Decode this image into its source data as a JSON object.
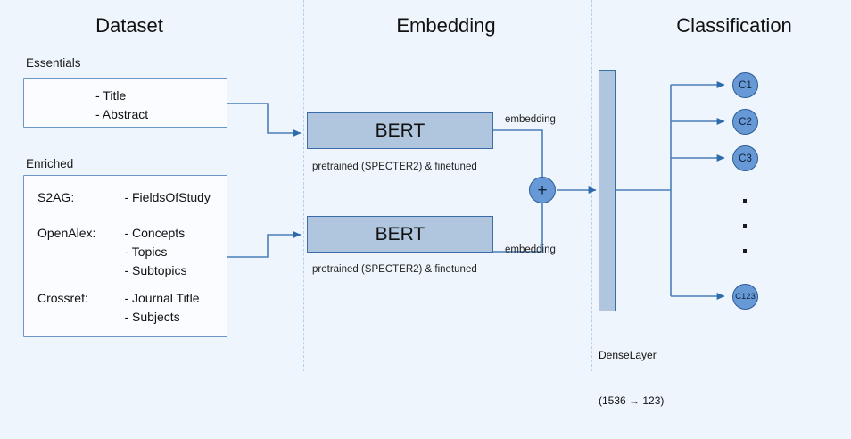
{
  "sections": [
    {
      "id": "dataset",
      "title": "Dataset"
    },
    {
      "id": "embedding",
      "title": "Embedding"
    },
    {
      "id": "classification",
      "title": "Classification"
    }
  ],
  "dataset": {
    "essentials": {
      "label": "Essentials",
      "items": "- Title\n- Abstract"
    },
    "enriched": {
      "label": "Enriched",
      "rows": [
        {
          "source": "S2AG:",
          "fields": "- FieldsOfStudy"
        },
        {
          "source": "OpenAlex:",
          "fields": "- Concepts\n- Topics\n- Subtopics"
        },
        {
          "source": "Crossref:",
          "fields": "- Journal Title\n- Subjects"
        }
      ]
    }
  },
  "embedding": {
    "encoder_top": {
      "name": "BERT",
      "caption": "pretrained (SPECTER2) & finetuned",
      "output_label": "embedding"
    },
    "encoder_bottom": {
      "name": "BERT",
      "caption": "pretrained (SPECTER2) & finetuned",
      "output_label": "embedding"
    },
    "combine_node": {
      "symbol": "+",
      "name": "concat-add-node"
    }
  },
  "classification": {
    "dense_layer": {
      "name": "DenseLayer",
      "shape": "(1536 → 123)"
    },
    "classes": [
      {
        "label": "C1"
      },
      {
        "label": "C2"
      },
      {
        "label": "C3"
      },
      {
        "label": "C123"
      }
    ],
    "ellipsis_dots": 3
  },
  "colors": {
    "background": "#eef5fc",
    "box_fill": "#fafcff",
    "box_stroke": "#6b96c8",
    "node_fill": "#b0c6de",
    "node_stroke": "#3b6ea8",
    "circle_fill": "#6699d6",
    "circle_stroke": "#2e5d96",
    "wire": "#4a7fba",
    "divider": "#b6d2ea"
  }
}
